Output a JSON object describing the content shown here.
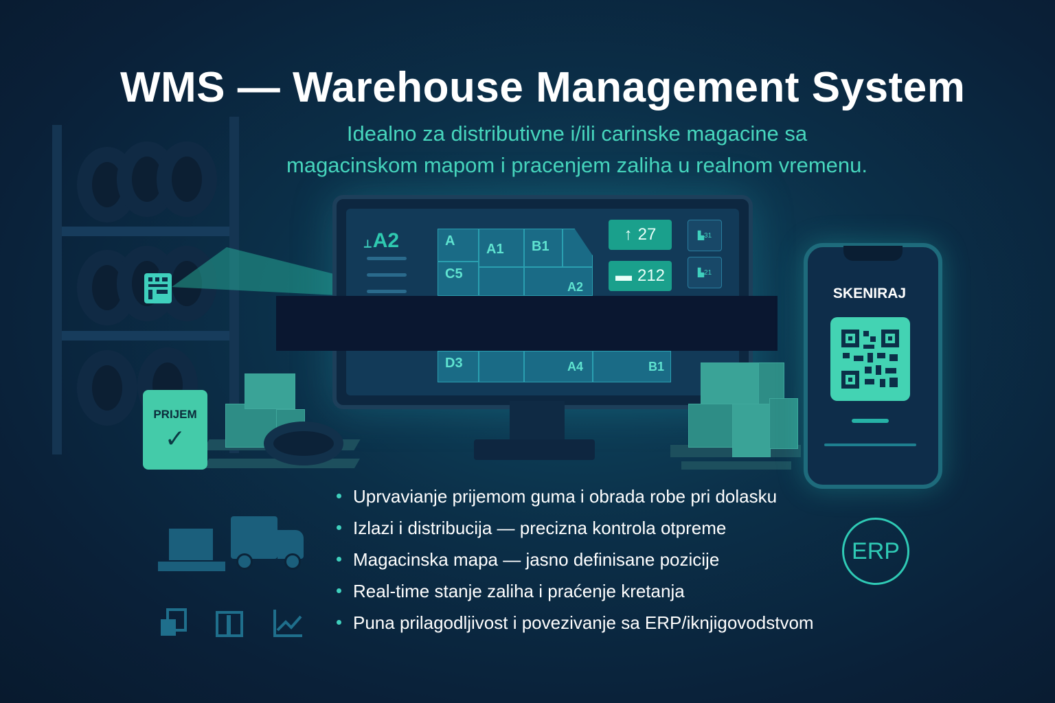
{
  "header": {
    "title": "WMS — Warehouse Management System",
    "subtitle_line1": "Idealno za distributivne i/ili carinske magacine sa",
    "subtitle_line2": "magacinskom mapom i pracenjem zaliha u realnom vremenu."
  },
  "monitor": {
    "side_code": "A2",
    "map_cells": [
      "A",
      "A1",
      "B1",
      "C5",
      "A2",
      "D3",
      "A4",
      "B1"
    ],
    "stat_up": "27",
    "stat_box": "212",
    "mini_1": "31",
    "mini_2": "21"
  },
  "phone": {
    "scan_label": "SKENIRAJ"
  },
  "prijem_card": {
    "label": "PRIJEM",
    "check": "✓"
  },
  "features": [
    "Uprvavianje prijemom guma i obrada robe pri dolasku",
    "Izlazi i distribucija — precizna kontrola otpreme",
    "Magacinska mapa — jasno definisane pozicije",
    "Real-time stanje zaliha i praćenje kretanja",
    "Puna prilagodljivost i povezivanje sa ERP/iknjigovodstvom"
  ],
  "erp_badge": "ERP",
  "colors": {
    "accent": "#3fd0bd",
    "background": "#0b2f48",
    "cell": "#1a6b86"
  },
  "icons": [
    "warehouse-rack-icon",
    "tire-icon",
    "pallet-boxes-icon",
    "truck-icon",
    "cart-icon",
    "building-icon",
    "bar-chart-icon",
    "qr-code-icon",
    "checkmark-icon"
  ]
}
